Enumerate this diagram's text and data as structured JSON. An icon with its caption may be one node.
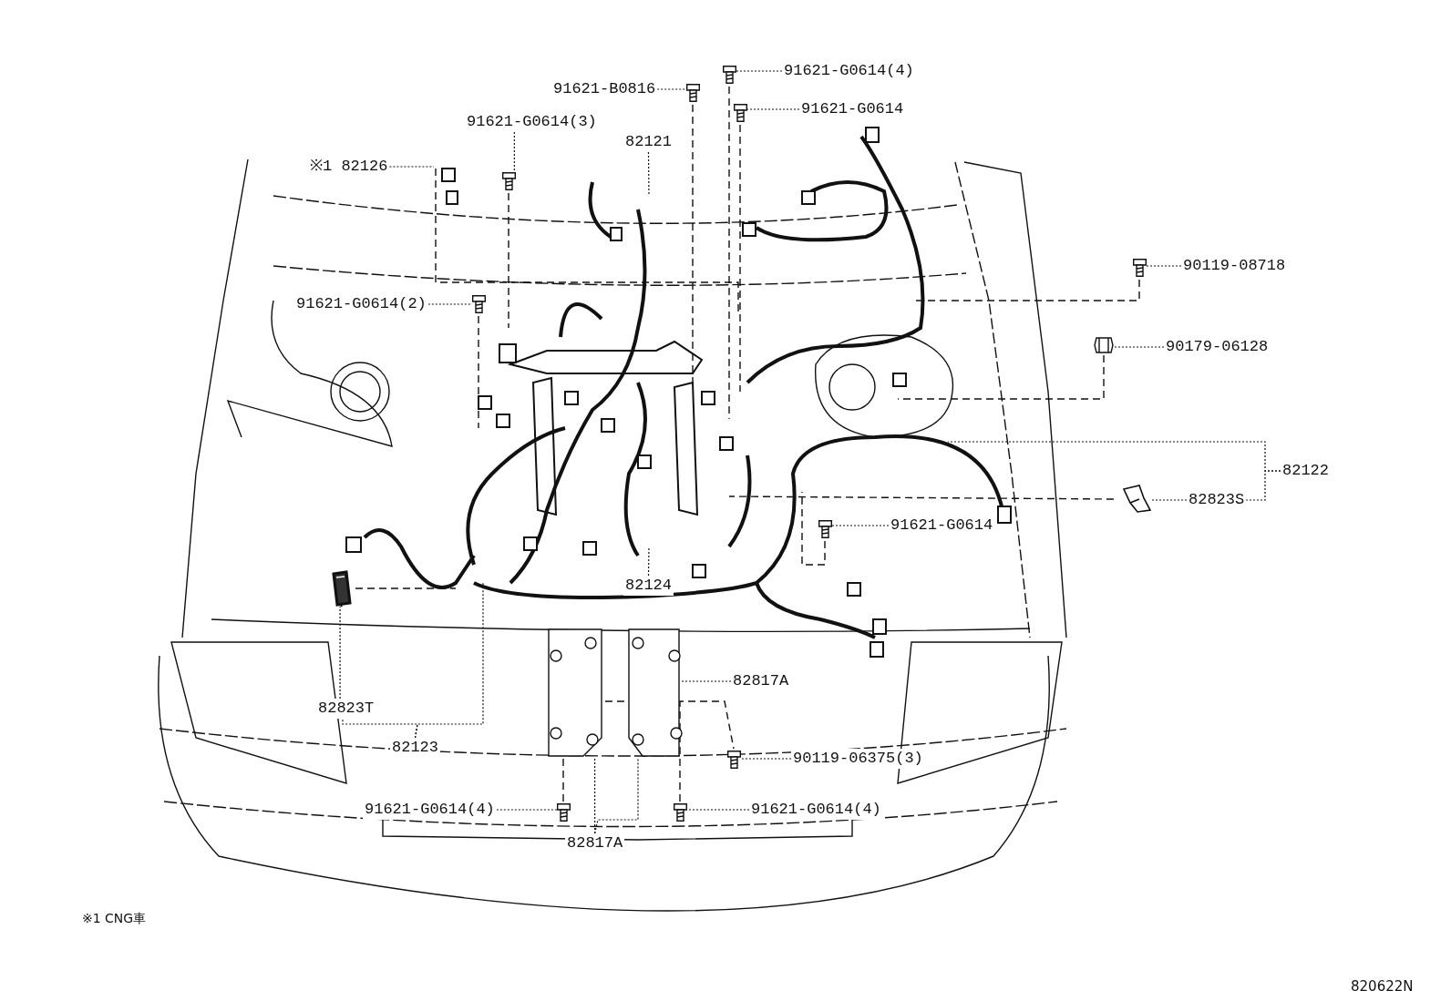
{
  "diagram": {
    "nodes": [
      {
        "text": [
          "91621-G0614(4)"
        ]
      },
      {
        "text": [
          "91621-B0816"
        ]
      },
      {
        "text": [
          "91621-G0614"
        ]
      },
      {
        "text": [
          "91621-G0614(3)"
        ]
      },
      {
        "text": [
          "82121"
        ]
      },
      {
        "text": [
          "※1 82126"
        ]
      },
      {
        "text": [
          "90119-08718"
        ]
      },
      {
        "text": [
          "91621-G0614(2)"
        ]
      },
      {
        "text": [
          "90179-06128"
        ]
      },
      {
        "text": [
          "82122"
        ]
      },
      {
        "text": [
          "82823S"
        ]
      },
      {
        "text": [
          "91621-G0614"
        ]
      },
      {
        "text": [
          "82124"
        ]
      },
      {
        "text": [
          "82817A"
        ]
      },
      {
        "text": [
          "82823T"
        ]
      },
      {
        "text": [
          "82123"
        ]
      },
      {
        "text": [
          "90119-06375(3)"
        ]
      },
      {
        "text": [
          "91621-G0614(4)"
        ]
      },
      {
        "text": [
          "91621-G0614(4)"
        ]
      },
      {
        "text": [
          "82817A"
        ]
      },
      {
        "text": [],
        "shape": "picture"
      },
      {
        "text": [],
        "shape": "picture"
      },
      {
        "text": [],
        "shape": "picture"
      },
      {
        "text": [],
        "shape": "picture"
      },
      {
        "text": [],
        "shape": "picture"
      },
      {
        "text": [],
        "shape": "picture"
      },
      {
        "text": [],
        "shape": "picture"
      },
      {
        "text": [],
        "shape": "picture"
      },
      {
        "text": [],
        "shape": "picture"
      },
      {
        "text": [],
        "shape": "picture"
      },
      {
        "text": [],
        "shape": "picture"
      },
      {
        "text": [],
        "shape": "picture"
      },
      {
        "text": [],
        "shape": "picture"
      },
      {
        "text": [],
        "shape": "picture"
      },
      {
        "text": [],
        "shape": "picture"
      }
    ],
    "edges": [
      {
        "from": 0,
        "to": 20,
        "arrow": "none"
      },
      {
        "from": 1,
        "to": 21,
        "arrow": "none"
      },
      {
        "from": 2,
        "to": 22,
        "arrow": "none"
      },
      {
        "from": 3,
        "to": 23,
        "arrow": "none"
      },
      {
        "from": 4,
        "to": null,
        "arrow": "none"
      },
      {
        "from": 5,
        "to": null,
        "arrow": "none"
      },
      {
        "from": 6,
        "to": 24,
        "arrow": "none"
      },
      {
        "from": 7,
        "to": 25,
        "arrow": "none"
      },
      {
        "from": 8,
        "to": 26,
        "arrow": "none"
      },
      {
        "from": 9,
        "to": null,
        "arrow": "none"
      },
      {
        "from": 9,
        "to": 10,
        "arrow": "none"
      },
      {
        "from": 10,
        "to": 27,
        "arrow": "none"
      },
      {
        "from": 11,
        "to": 28,
        "arrow": "none"
      },
      {
        "from": 12,
        "to": null,
        "arrow": "none"
      },
      {
        "from": 13,
        "to": 31,
        "arrow": "none"
      },
      {
        "from": 14,
        "to": 29,
        "arrow": "none"
      },
      {
        "from": 15,
        "to": 14,
        "arrow": "none"
      },
      {
        "from": 15,
        "to": null,
        "arrow": "none"
      },
      {
        "from": 16,
        "to": 32,
        "arrow": "none"
      },
      {
        "from": 17,
        "to": 33,
        "arrow": "none"
      },
      {
        "from": 18,
        "to": 34,
        "arrow": "none"
      },
      {
        "from": 19,
        "to": 30,
        "arrow": "none"
      },
      {
        "from": 19,
        "to": 31,
        "arrow": "none"
      }
    ],
    "labels": [
      "※1 CNG車",
      "820622N"
    ]
  }
}
